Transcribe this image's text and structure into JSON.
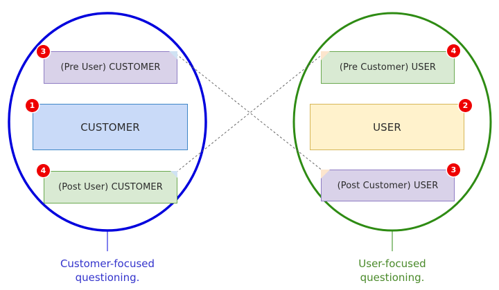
{
  "colors": {
    "customer_ellipse": "#0000dd",
    "user_ellipse": "#2e8b13",
    "customer_caption": "#3333cc",
    "user_caption": "#4a8a2a",
    "badge": "#ee0000",
    "connector": "#666666"
  },
  "left_group": {
    "caption_line1": "Customer-focused",
    "caption_line2": "questioning.",
    "boxes": [
      {
        "label": "(Pre User) CUSTOMER",
        "badge": "3",
        "fill": "purple"
      },
      {
        "label": "CUSTOMER",
        "badge": "1",
        "fill": "blue"
      },
      {
        "label": "(Post User) CUSTOMER",
        "badge": "4",
        "fill": "green"
      }
    ]
  },
  "right_group": {
    "caption_line1": "User-focused",
    "caption_line2": "questioning.",
    "boxes": [
      {
        "label": "(Pre Customer) USER",
        "badge": "4",
        "fill": "green"
      },
      {
        "label": "USER",
        "badge": "2",
        "fill": "yellow"
      },
      {
        "label": "(Post Customer) USER",
        "badge": "3",
        "fill": "purple"
      }
    ]
  },
  "connectors": [
    {
      "from": "(Pre User) CUSTOMER",
      "to": "(Post Customer) USER",
      "style": "dashed"
    },
    {
      "from": "(Post User) CUSTOMER",
      "to": "(Pre Customer) USER",
      "style": "dashed"
    }
  ]
}
